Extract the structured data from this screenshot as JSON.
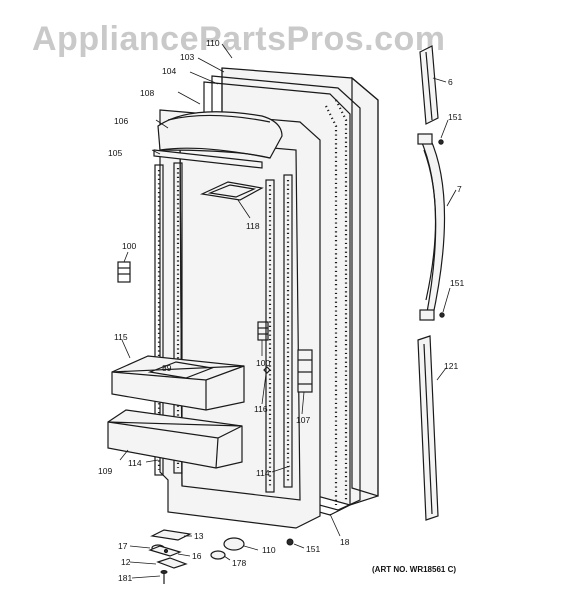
{
  "watermark": "AppliancePartsPros.com",
  "art_number": "(ART NO. WR18561 C)",
  "callouts": [
    "6",
    "7",
    "12",
    "13",
    "16",
    "17",
    "18",
    "89",
    "100",
    "100",
    "103",
    "104",
    "105",
    "106",
    "107",
    "108",
    "109",
    "110",
    "114",
    "114",
    "115",
    "116",
    "118",
    "121",
    "151",
    "151",
    "151",
    "178",
    "181",
    "110"
  ]
}
